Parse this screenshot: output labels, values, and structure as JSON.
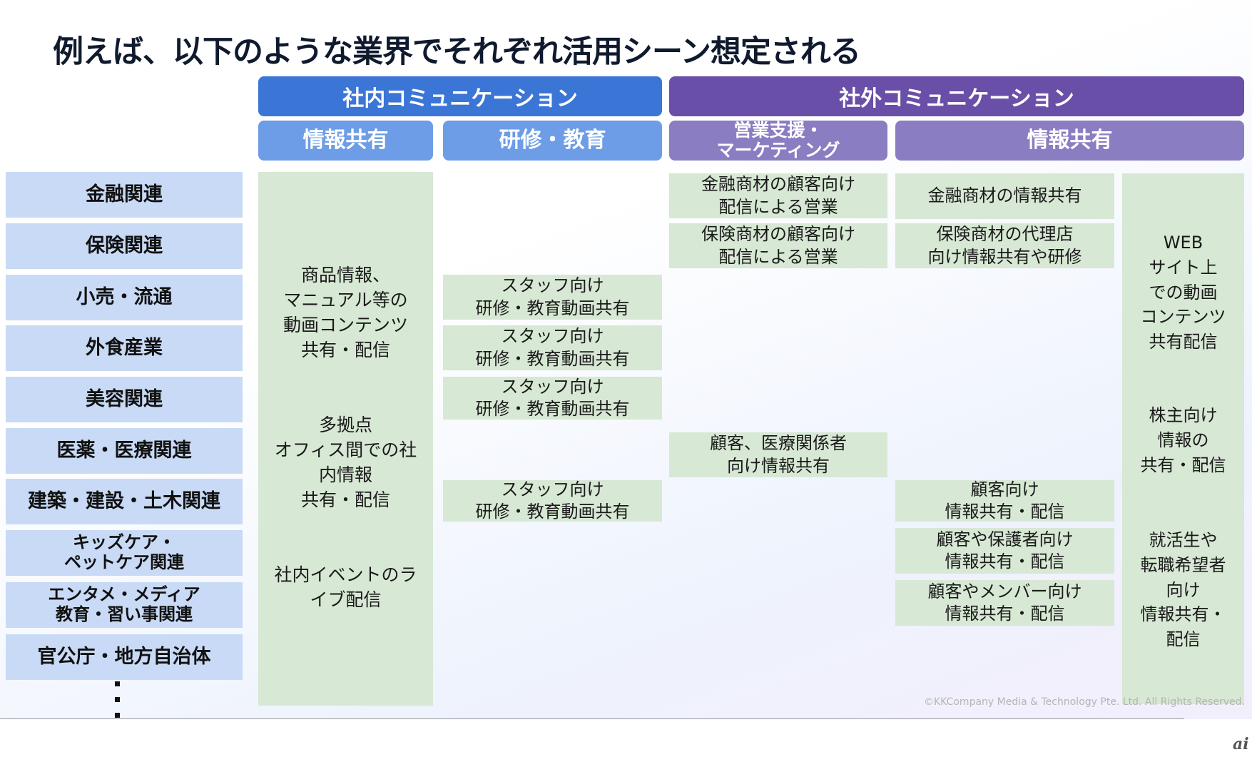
{
  "title": "例えば、以下のような業界でそれぞれ活用シーン想定される",
  "header": {
    "internal": "社内コミュニケーション",
    "external": "社外コミュニケーション",
    "sub": {
      "internal_info": "情報共有",
      "internal_training": "研修・教育",
      "external_sales": "営業支援・\nマーケティング",
      "external_info": "情報共有"
    }
  },
  "industries": [
    "金融関連",
    "保険関連",
    "小売・流通",
    "外食産業",
    "美容関連",
    "医薬・医療関連",
    "建築・建設・土木関連",
    "キッズケア・\nペットケア関連",
    "エンタメ・メディア\n教育・習い事関連",
    "官公庁・地方自治体"
  ],
  "internal_info_blocks": [
    "商品情報、\nマニュアル等の\n動画コンテンツ\n共有・配信",
    "多拠点\nオフィス間での社\n内情報\n共有・配信",
    "社内イベントのラ\nイブ配信"
  ],
  "training_cells": {
    "retail": "スタッフ向け\n研修・教育動画共有",
    "food": "スタッフ向け\n研修・教育動画共有",
    "beauty": "スタッフ向け\n研修・教育動画共有",
    "construction": "スタッフ向け\n研修・教育動画共有"
  },
  "sales_cells": {
    "finance": "金融商材の顧客向け\n配信による営業",
    "insurance": "保険商材の顧客向け\n配信による営業",
    "medical": "顧客、医療関係者\n向け情報共有"
  },
  "external_info_cells": {
    "finance": "金融商材の情報共有",
    "insurance": "保険商材の代理店\n向け情報共有や研修",
    "construction": "顧客向け\n情報共有・配信",
    "kids": "顧客や保護者向け\n情報共有・配信",
    "entertainment": "顧客やメンバー向け\n情報共有・配信"
  },
  "external_common_blocks": [
    "WEB\nサイト上\nでの動画\nコンテンツ\n共有配信",
    "株主向け\n情報の\n共有・配信",
    "就活生や\n転職希望者\n向け\n情報共有・\n配信"
  ],
  "copyright": "©KKCompany Media & Technology Pte. Ltd. All Rights Reserved.",
  "logo": "ai",
  "colors": {
    "internal_header": "#3b76d6",
    "internal_sub": "#6d9de6",
    "external_header": "#6a4fa8",
    "external_sub": "#8b7dc2",
    "industry_cell": "#c8daf5",
    "usecase_cell": "#d7e8d4"
  }
}
